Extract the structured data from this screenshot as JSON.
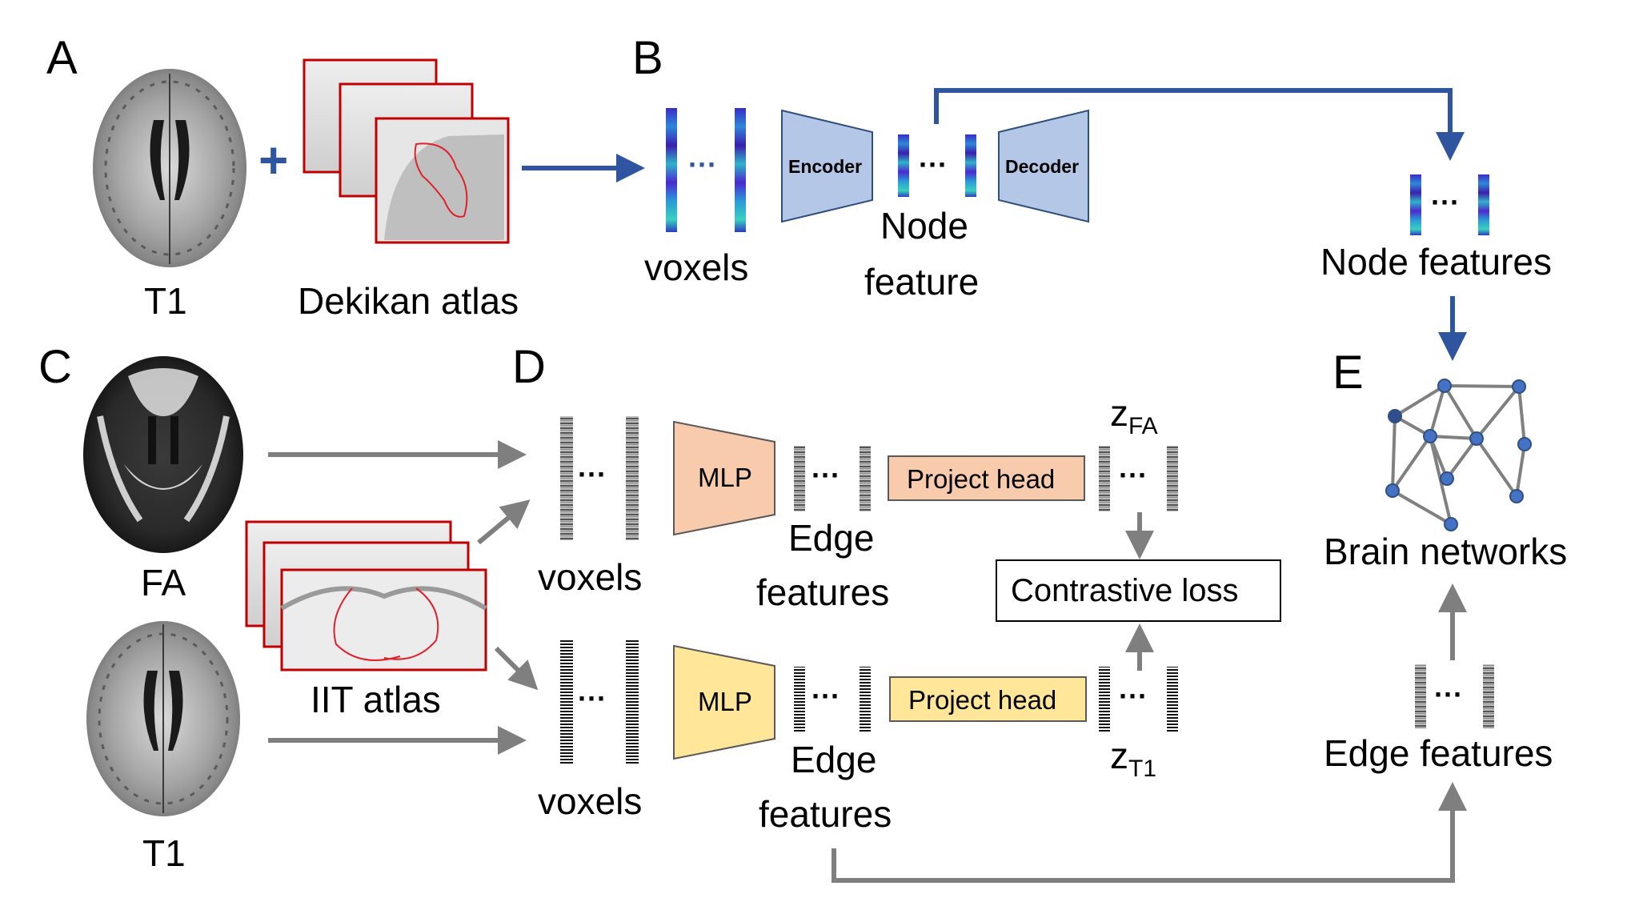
{
  "panels": {
    "a": "A",
    "b": "B",
    "c": "C",
    "d": "D",
    "e": "E"
  },
  "panel_a": {
    "image_label": "T1",
    "plus": "+",
    "atlas_label": "Dekikan atlas"
  },
  "panel_b": {
    "voxels_label": "voxels",
    "encoder": "Encoder",
    "decoder": "Decoder",
    "node_feature_line1": "Node",
    "node_feature_line2": "feature",
    "node_features_label": "Node features"
  },
  "panel_c": {
    "fa_label": "FA",
    "t1_label": "T1",
    "atlas_label": "IIT atlas"
  },
  "panel_d": {
    "voxels_top": "voxels",
    "voxels_bottom": "voxels",
    "mlp_top": "MLP",
    "mlp_bottom": "MLP",
    "edge_top_line1": "Edge",
    "edge_top_line2": "features",
    "edge_bottom_line1": "Edge",
    "edge_bottom_line2": "features",
    "project_head_top": "Project head",
    "project_head_bottom": "Project head",
    "z_fa": "z",
    "z_fa_sub": "FA",
    "z_t1": "z",
    "z_t1_sub": "T1",
    "contrastive_loss": "Contrastive loss"
  },
  "panel_e": {
    "brain_networks": "Brain networks",
    "edge_features": "Edge features"
  },
  "colors": {
    "blue_arrow": "#2f55a0",
    "gray_arrow": "#7f7f7f",
    "encoder_fill": "#b4c7e7",
    "mlp_top_fill": "#f8cbad",
    "mlp_bottom_fill": "#ffe699",
    "atlas_border": "#c00000",
    "node_fill": "#4472c4"
  }
}
